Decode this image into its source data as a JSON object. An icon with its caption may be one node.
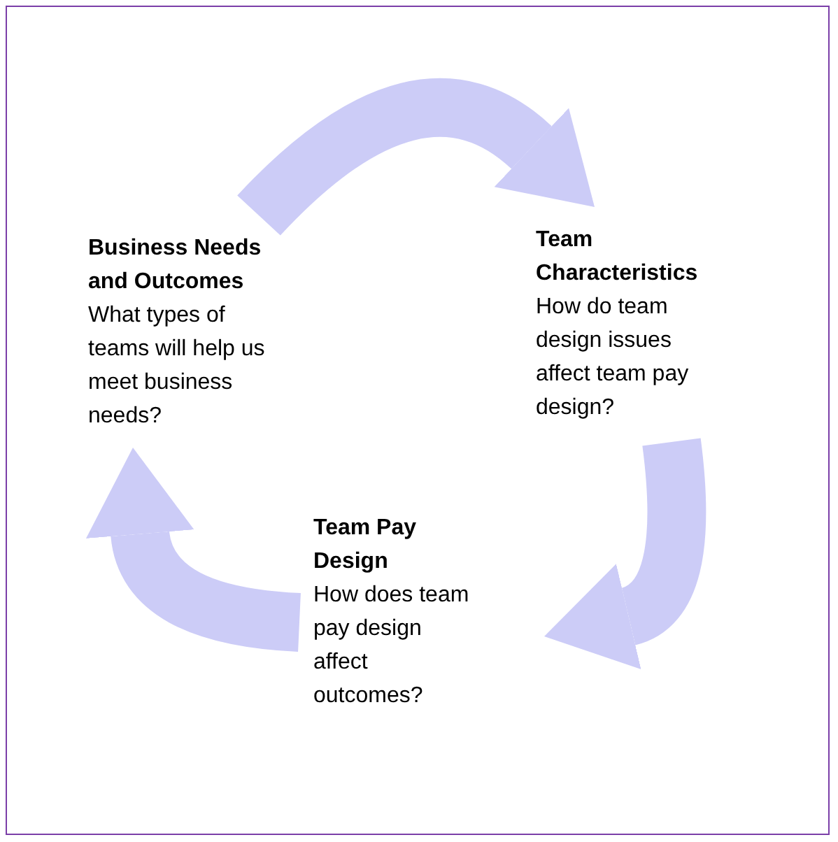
{
  "diagram": {
    "nodes": [
      {
        "text": [
          "Business Needs and Outcomes",
          "What types of teams will help us meet business needs?"
        ]
      },
      {
        "text": [
          "Team Characteristics",
          "How do team design issues affect team pay design?"
        ]
      },
      {
        "text": [
          "Team Pay Design",
          "How does team pay design affect outcomes?"
        ]
      }
    ],
    "edges": [
      {
        "from": 0,
        "to": 1,
        "arrow": "to"
      },
      {
        "from": 1,
        "to": 2,
        "arrow": "to"
      },
      {
        "from": 2,
        "to": 0,
        "arrow": "to"
      }
    ]
  }
}
